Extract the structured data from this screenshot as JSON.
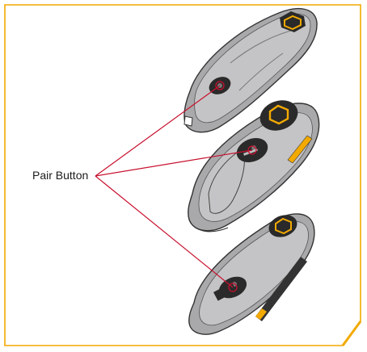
{
  "callout": {
    "label": "Pair Button",
    "line_color": "#c8102e"
  },
  "colors": {
    "frame": "#f2a900",
    "remote_body": "#a9a9ab",
    "remote_top": "#c4c4c6",
    "remote_outline": "#333333",
    "button_dark": "#2a2a2a",
    "logo_gold": "#f2a900"
  },
  "remotes": [
    {
      "id": "top",
      "style": "angled remote with pair button"
    },
    {
      "id": "middle",
      "style": "oval remote with large logo button"
    },
    {
      "id": "bottom",
      "style": "slim remote with brand text"
    }
  ]
}
